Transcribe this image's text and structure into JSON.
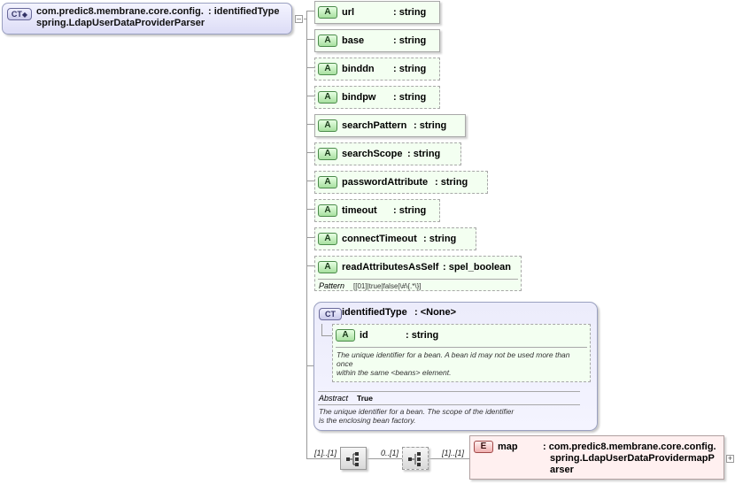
{
  "root": {
    "badge": "CT",
    "name_line1": "com.predic8.membrane.core.config.",
    "name_line2": "spring.LdapUserDataProviderParser",
    "type": ": identifiedType"
  },
  "attributes": [
    {
      "badge": "A",
      "name": "url",
      "type": ": string"
    },
    {
      "badge": "A",
      "name": "base",
      "type": ": string"
    },
    {
      "badge": "A",
      "name": "binddn",
      "type": ": string"
    },
    {
      "badge": "A",
      "name": "bindpw",
      "type": ": string"
    },
    {
      "badge": "A",
      "name": "searchPattern",
      "type": ": string"
    },
    {
      "badge": "A",
      "name": "searchScope",
      "type": ": string"
    },
    {
      "badge": "A",
      "name": "passwordAttribute",
      "type": ": string"
    },
    {
      "badge": "A",
      "name": "timeout",
      "type": ": string"
    },
    {
      "badge": "A",
      "name": "connectTimeout",
      "type": ": string"
    },
    {
      "badge": "A",
      "name": "readAttributesAsSelf",
      "type": ": spel_boolean",
      "facet_label": "Pattern",
      "facet_value": "[[01]|true|false|\\#\\{.*\\}]"
    }
  ],
  "identified_type": {
    "badge": "CT",
    "name": "identifiedType",
    "type": ": <None>",
    "id_attr": {
      "badge": "A",
      "name": "id",
      "type": ": string",
      "doc_line1": "The unique identifier for a bean. A bean id may not be used more than",
      "doc_line2": "once",
      "doc_line3": "within the same <beans> element."
    },
    "abstract_label": "Abstract",
    "abstract_value": "True",
    "doc_line1": "The unique identifier for a bean. The scope of the identifier",
    "doc_line2": "is the enclosing bean factory."
  },
  "sequence": {
    "multiplicity_before": "[1]..[1]",
    "multiplicity_choice": "0..[1]",
    "multiplicity_after": "[1]..[1]"
  },
  "element": {
    "badge": "E",
    "name": "map",
    "type_line1": ": com.predic8.membrane.core.config.",
    "type_line2": "spring.LdapUserDataProvidermapP",
    "type_line3": "arser"
  },
  "colors": {
    "attribute_fill": "#f3fff1",
    "complex_type_fill": "#dcdcf6",
    "element_fill": "#fff0f0",
    "connector": "#9a9a9a"
  }
}
